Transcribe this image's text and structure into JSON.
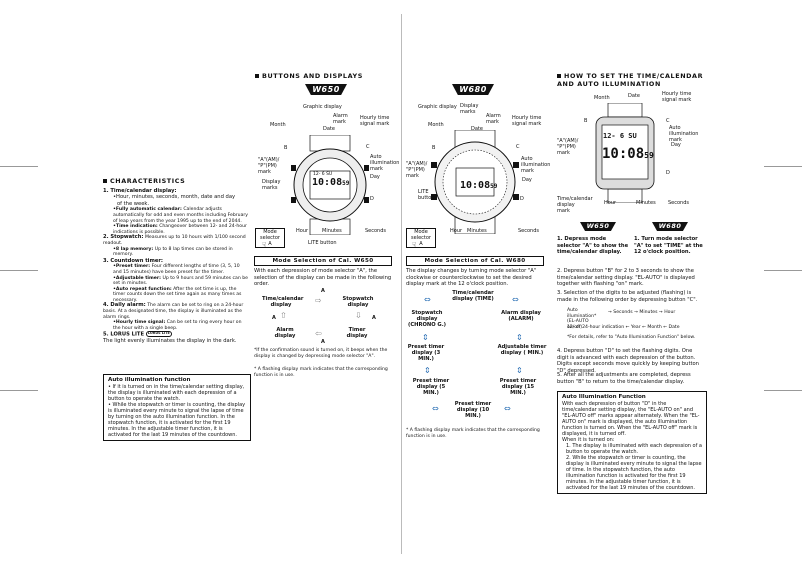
{
  "characteristics": {
    "heading": "CHARACTERISTICS",
    "item1_title": "1. Time/calendar display:",
    "item1_l1": "•Hour, minutes, seconds, month, date and day",
    "item1_l2": "of the week.",
    "item1_b2": "•Fully automatic calendar:",
    "item1_b2_text": "Calendar adjusts automatically for odd and even months including February of leap years from the year 1995 up to the end of 2044.",
    "item1_b3": "•Time indication:",
    "item1_b3_text": "Changeover between 12- and 24-hour indications is possible.",
    "item2_title": "2. Stopwatch:",
    "item2_text": "Measures up to 10 hours with 1/100 second readout.",
    "item2_b": "•8 lap memory:",
    "item2_b_text": "Up to 8 lap times can be stored in memory.",
    "item3_title": "3. Countdown timer:",
    "item3_b1": "•Preset timer:",
    "item3_b1_text": "Four different lengths of time (3, 5, 10 and 15 minutes) have been preset for the timer.",
    "item3_b2": "•Adjustable timer:",
    "item3_b2_text": "Up to 9 hours and 59 minutes can be set in minutes.",
    "item3_b3": "•Auto repeat function:",
    "item3_b3_text": "After the set time is up, the timer counts down the set time again as many times as necessary.",
    "item4_title": "4. Daily alarm:",
    "item4_text": "The alarm can be set to ring on a 24-hour basis. At a designated time, the display is illuminated as the alarm rings.",
    "item4_b": "•Hourly time signal:",
    "item4_b_text": "Can be set to ring every hour on the hour with a single beep.",
    "item5_title": "5. LORUS LITE",
    "lorus_logo": "LORUS LITE",
    "item5_text": "The light evenly illuminates the display in the dark.",
    "box_title": "Auto illumination function",
    "box_l1": "• If it is turned on in the time/calendar setting display, the display is illuminated with each depression of a button to operate the watch.",
    "box_l2": "• While the stopwatch or timer is counting, the display is illuminated every minute to signal the lapse of time by turning on the auto illumination function. In the stopwatch function, it is activated for the first 19 minutes. In the adjustable timer function, it is activated for the last 19 minutes of the countdown."
  },
  "buttons": {
    "heading": "BUTTONS AND DISPLAYS",
    "w650_logo": "W650",
    "w680_logo": "W680",
    "labels_650": {
      "graphic": "Graphic display",
      "alarm": "Alarm mark",
      "hourly": "Hourly time signal mark",
      "month": "Month",
      "date": "Date",
      "b": "B",
      "c": "C",
      "ampm": "\"A\"(AM)/ \"P\"(PM) mark",
      "auto": "Auto illumination mark",
      "day": "Day",
      "display_marks": "Display marks",
      "d": "D",
      "hour": "Hour",
      "minutes": "Minutes",
      "seconds": "Seconds",
      "mode_sel": "Mode selector A",
      "lite": "LITE button"
    },
    "labels_680": {
      "graphic": "Graphic display",
      "display_marks": "Display marks",
      "alarm": "Alarm mark",
      "hourly": "Hourly time signal mark",
      "month": "Month",
      "date": "Date",
      "b": "B",
      "c": "C",
      "ampm": "\"A\"(AM)/ \"P\"(PM) mark",
      "auto": "Auto illumination mark",
      "day": "Day",
      "lite": "LITE button",
      "d": "D",
      "hour": "Hour",
      "minutes": "Minutes",
      "seconds": "Seconds",
      "mode_sel": "Mode selector A"
    },
    "watch_digits": "10:08",
    "watch_secs": "59",
    "watch_date": "12- 6 SU"
  },
  "mode650": {
    "caption": "Mode Selection of Cal. W650",
    "intro": "With each depression of mode selector \"A\", the selection of the display can be made in the following order.",
    "timecal": "Time/calendar display",
    "stopwatch": "Stopwatch display",
    "alarm": "Alarm display",
    "timer": "Timer display",
    "a": "A",
    "note1": "*If the confirmation sound is turned on, it beeps when the display is changed by depressing mode selector \"A\".",
    "note2": "* A flashing display mark indicates that the corresponding function is in use."
  },
  "mode680": {
    "caption": "Mode Selection of Cal. W680",
    "intro": "The display changes by turning mode selector \"A\" clockwise or counterclockwise to set the desired display mark at the 12 o'clock position.",
    "timecal": "Time/calendar display (TIME)",
    "stopwatch": "Stopwatch display (CHRONO G.)",
    "alarm": "Alarm display (ALARM)",
    "preset3": "Preset timer display (3 MIN.)",
    "adjustable": "Adjustable timer display (  MIN.)",
    "preset5": "Preset timer display (5 MIN.)",
    "preset15": "Preset timer display (15 MIN.)",
    "preset10": "Preset timer display (10 MIN.)",
    "note": "* A flashing display mark indicates that the corresponding function is in use."
  },
  "setting": {
    "heading": "HOW TO SET THE TIME/CALENDAR AND AUTO ILLUMINATION",
    "labels": {
      "month": "Month",
      "date": "Date",
      "hourly": "Hourly time signal mark",
      "b": "B",
      "c": "C",
      "auto": "Auto illumination mark",
      "ampm": "\"A\"(AM)/ \"P\"(PM) mark",
      "day": "Day",
      "d": "D",
      "timecal": "Time/calendar display mark",
      "hour": "Hour",
      "minutes": "Minutes",
      "seconds": "Seconds"
    },
    "w650_logo": "W650",
    "w680_logo": "W680",
    "step1_650": "1. Depress mode selector \"A\" to show the time/calendar display.",
    "step1_680": "1. Turn mode selector \"A\" to set \"TIME\" at the 12 o'clock position.",
    "step2": "2. Depress button \"B\" for 2 to 3 seconds to show the time/calendar setting display. \"EL-AUTO\" is displayed together with flashing \"on\" mark.",
    "step3": "3. Selection of the digits to be adjusted (flashing) is made in the following order by depressing button \"C\".",
    "flow_auto": "Auto illumination* (EL-AUTO on/off)",
    "flow_sec": "→ Seconds → Minutes → Hour",
    "flow_back": "12- or 24-hour indication ← Year ← Month ← Date",
    "flow_note": "*For details, refer to \"Auto Illumination Function\" below.",
    "step4": "4. Depress button \"D\" to set the flashing digits. One digit is advanced with each depression of the button. Digits except seconds move quickly by keeping button \"D\" depressed.",
    "step5": "5. After all the adjustments are completed, depress button \"B\" to return to the time/calendar display.",
    "box_title": "Auto Illumination Function",
    "box_intro": "With each depression of button \"D\" in the time/calendar setting display, the \"EL-AUTO on\" and \"EL-AUTO off\" marks appear alternately. When the \"EL-AUTO on\" mark is displayed, the auto illumination function is turned on. When the \"EL-AUTO off\" mark is displayed, it is turned off.",
    "box_when": "When it is turned on:",
    "box_1": "1. The display is illuminated with each depression of a button to operate the watch.",
    "box_2": "2. While the stopwatch or timer is counting, the display is illuminated every minute to signal the lapse of time. In the stopwatch function, the auto illumination function is activated for the first 19 minutes. In the adjustable timer function, it is activated for the last 19 minutes of the countdown."
  }
}
